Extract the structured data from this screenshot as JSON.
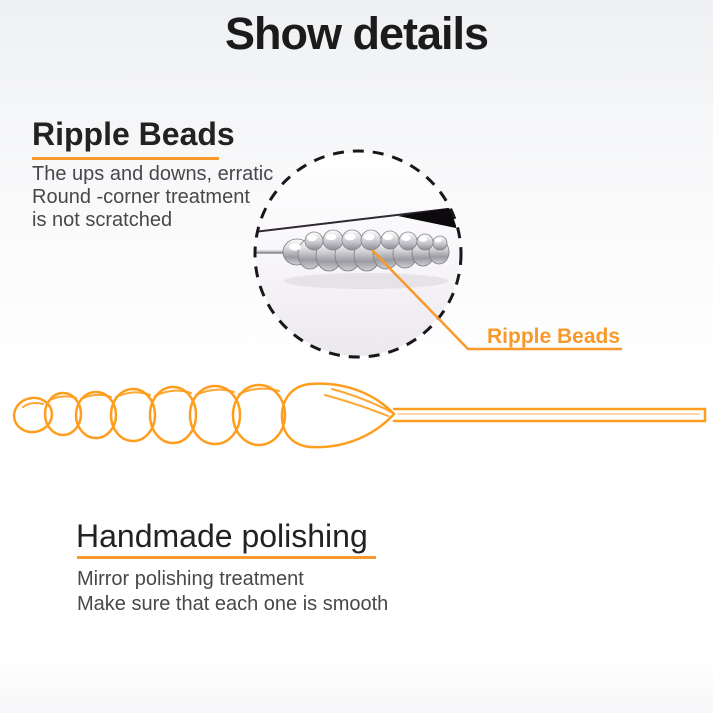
{
  "page": {
    "title": "Show details"
  },
  "colors": {
    "accent_orange": "#F79A2B",
    "drawing_orange": "#FF9E1E",
    "heading_dark": "#222222",
    "body_text": "#48484a"
  },
  "sections": {
    "ripple": {
      "heading": "Ripple Beads",
      "lines": [
        "The ups and downs, erratic",
        "Round -corner treatment",
        "is not scratched"
      ]
    },
    "callout": {
      "label": "Ripple Beads"
    },
    "handmade": {
      "heading": "Handmade polishing",
      "lines": [
        "Mirror polishing treatment",
        "Make sure that each one is smooth"
      ]
    }
  },
  "icons": {
    "photo": "beads-macro-photo",
    "ring": "dashed-circle",
    "drawing": "beaded-wand-outline",
    "leader": "callout-leader-line"
  }
}
